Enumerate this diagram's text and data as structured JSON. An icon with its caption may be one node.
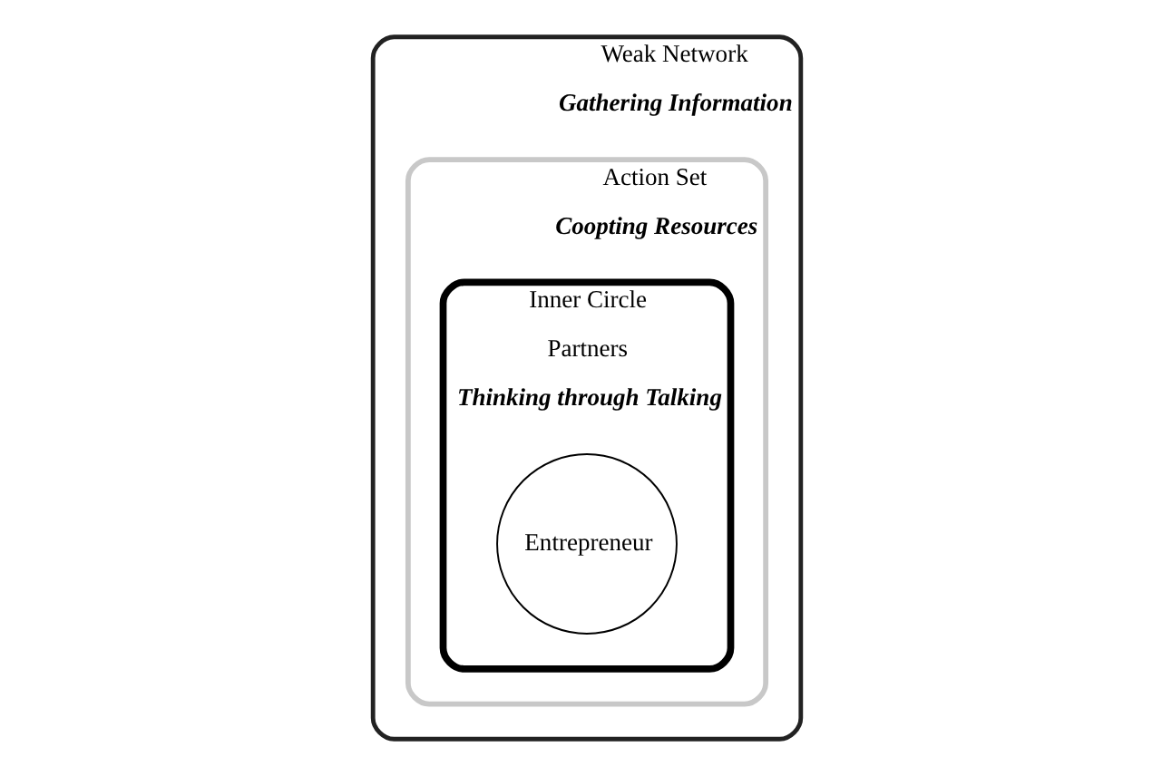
{
  "diagram": {
    "nodes": [
      {
        "text": [
          "Weak Network",
          "Gathering Information"
        ]
      },
      {
        "text": [
          "Action Set",
          "Coopting Resources"
        ],
        "in": 0
      },
      {
        "text": [
          "Inner Circle",
          "Partners",
          "Thinking through Talking"
        ],
        "in": 1
      },
      {
        "text": [
          "Entrepreneur"
        ],
        "in": 2
      }
    ],
    "edges": []
  }
}
